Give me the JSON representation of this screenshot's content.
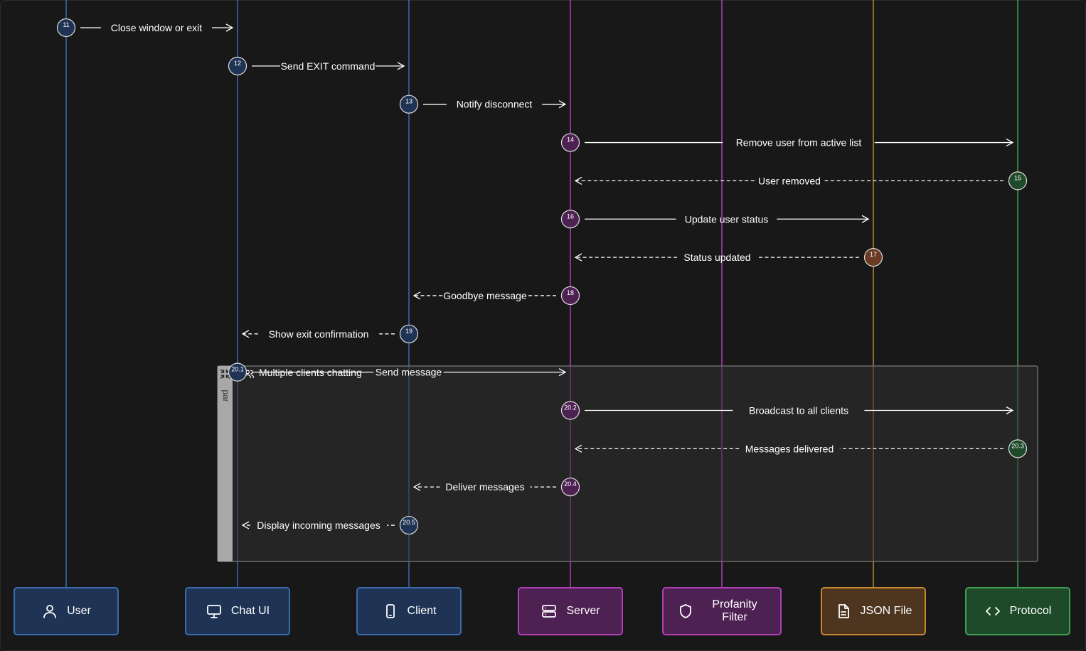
{
  "actors": [
    {
      "id": "user",
      "label": "User",
      "icon": "user-icon",
      "color": "#3a6ab0",
      "fill": "#1f3354"
    },
    {
      "id": "chat-ui",
      "label": "Chat UI",
      "icon": "monitor-icon",
      "color": "#3a6ab0",
      "fill": "#1f3354"
    },
    {
      "id": "client",
      "label": "Client",
      "icon": "phone-icon",
      "color": "#3a6ab0",
      "fill": "#1f3354"
    },
    {
      "id": "server",
      "label": "Server",
      "icon": "server-icon",
      "color": "#b13fb8",
      "fill": "#4e2153"
    },
    {
      "id": "profanity-filter",
      "label": "Profanity Filter",
      "icon": "shield-icon",
      "color": "#b13fb8",
      "fill": "#4e2153"
    },
    {
      "id": "json-file",
      "label": "JSON File",
      "icon": "file-icon",
      "color": "#c8862e",
      "fill": "#4e3520"
    },
    {
      "id": "protocol",
      "label": "Protocol",
      "icon": "code-icon",
      "color": "#3e9e52",
      "fill": "#1f4a2a"
    }
  ],
  "messages": [
    {
      "step": "11",
      "from": "user",
      "to": "chat-ui",
      "label": "Close window or exit",
      "style": "solid"
    },
    {
      "step": "12",
      "from": "chat-ui",
      "to": "client",
      "label": "Send EXIT command",
      "style": "solid"
    },
    {
      "step": "13",
      "from": "client",
      "to": "server",
      "label": "Notify disconnect",
      "style": "solid"
    },
    {
      "step": "14",
      "from": "server",
      "to": "protocol",
      "label": "Remove user from active list",
      "style": "solid"
    },
    {
      "step": "15",
      "from": "protocol",
      "to": "server",
      "label": "User removed",
      "style": "dashed"
    },
    {
      "step": "16",
      "from": "server",
      "to": "json-file",
      "label": "Update user status",
      "style": "solid"
    },
    {
      "step": "17",
      "from": "json-file",
      "to": "server",
      "label": "Status updated",
      "style": "dashed"
    },
    {
      "step": "18",
      "from": "server",
      "to": "client",
      "label": "Goodbye message",
      "style": "dashed"
    },
    {
      "step": "19",
      "from": "client",
      "to": "chat-ui",
      "label": "Show exit confirmation",
      "style": "dashed"
    },
    {
      "step": "20.1",
      "from": "chat-ui",
      "to": "server",
      "label": "Send message",
      "style": "solid"
    },
    {
      "step": "20.2",
      "from": "server",
      "to": "protocol",
      "label": "Broadcast to all clients",
      "style": "solid"
    },
    {
      "step": "20.3",
      "from": "protocol",
      "to": "server",
      "label": "Messages delivered",
      "style": "dashed"
    },
    {
      "step": "20.4",
      "from": "server",
      "to": "client",
      "label": "Deliver messages",
      "style": "dashed"
    },
    {
      "step": "20.5",
      "from": "client",
      "to": "chat-ui",
      "label": "Display incoming messages",
      "style": "dashed"
    }
  ],
  "fragment": {
    "kind": "par",
    "title": "Multiple clients chatting",
    "icon": "users-icon",
    "collapse_icon": "collapse-icon"
  }
}
